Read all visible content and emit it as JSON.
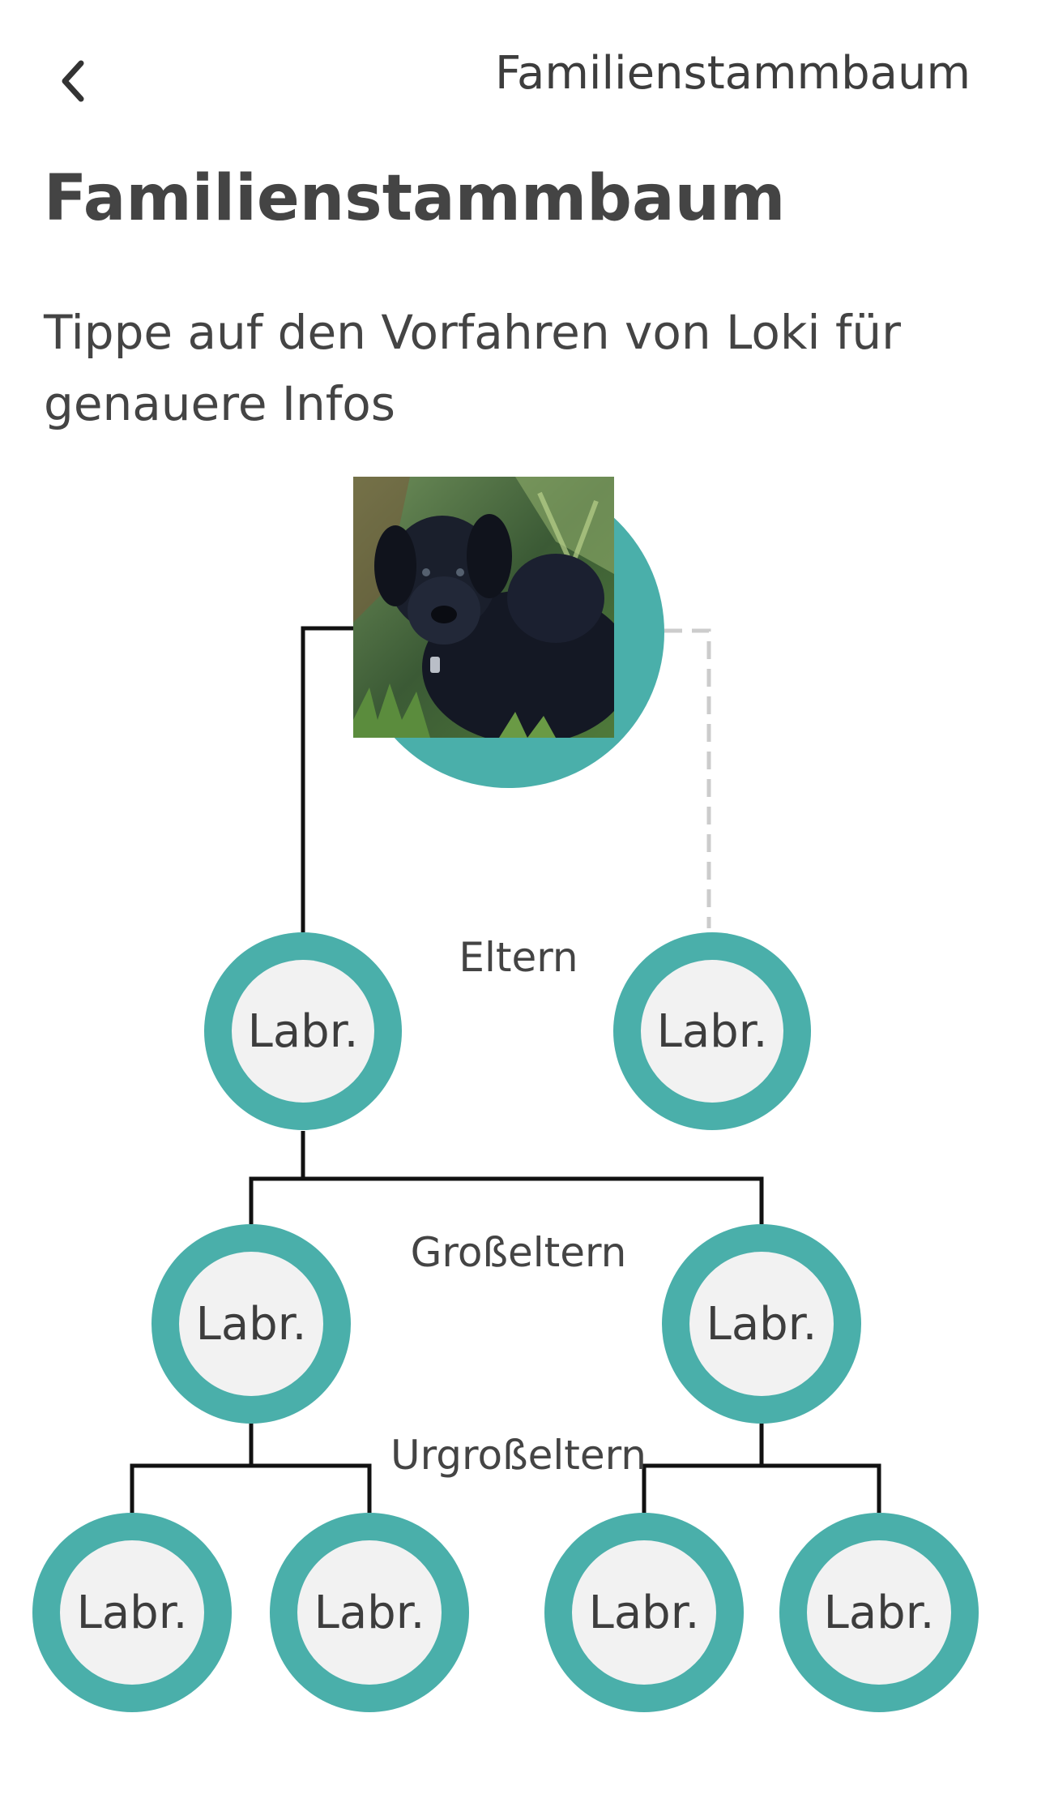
{
  "header": {
    "back_icon": "chevron-left-icon",
    "nav_title": "Familienstammbaum"
  },
  "page": {
    "title": "Familienstammbaum",
    "subtitle": "Tippe auf den Vorfahren von Loki für genauere Infos"
  },
  "tree": {
    "root": {
      "photo": "black-labrador-photo"
    },
    "generations": {
      "parents_label": "Eltern",
      "grandparents_label": "Großeltern",
      "great_grandparents_label": "Urgroßeltern"
    },
    "parents": [
      {
        "label": "Labr."
      },
      {
        "label": "Labr."
      }
    ],
    "grandparents": [
      {
        "label": "Labr."
      },
      {
        "label": "Labr."
      }
    ],
    "great_grandparents": [
      {
        "label": "Labr."
      },
      {
        "label": "Labr."
      },
      {
        "label": "Labr."
      },
      {
        "label": "Labr."
      }
    ]
  },
  "colors": {
    "accent": "#4aafaa",
    "node_fill": "#f2f2f2",
    "text": "#444444",
    "connector": "#111111",
    "connector_unknown": "#cccccc"
  }
}
